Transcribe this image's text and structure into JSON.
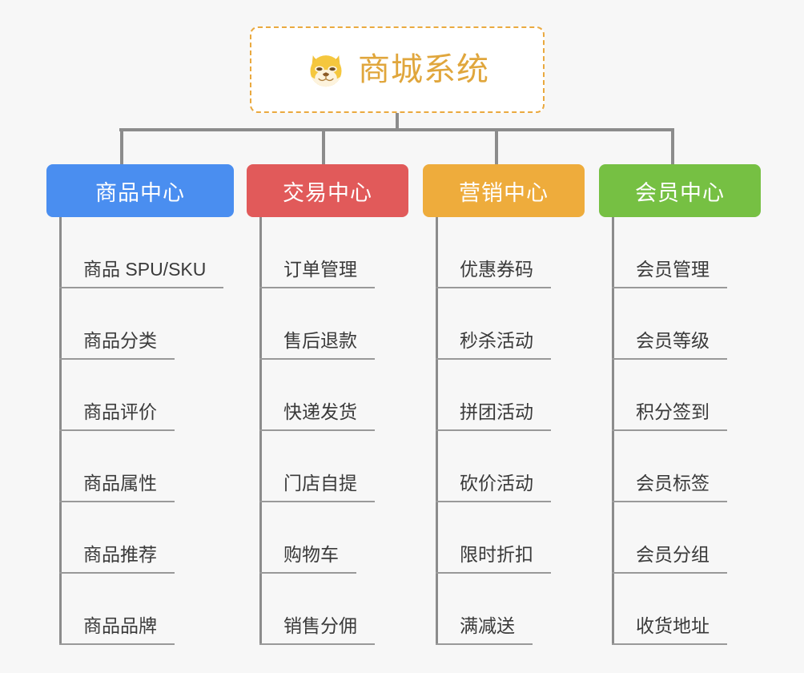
{
  "page": {
    "background": "#f7f7f7",
    "connector_color": "#8c8c8c",
    "leaf_text_color": "#3a3a3a",
    "leaf_rule_color": "#999999"
  },
  "root": {
    "title": "商城系统",
    "icon": "dog-face-icon",
    "title_color": "#e0a63c",
    "border_color": "#eaa93f",
    "background": "#ffffff"
  },
  "columns": [
    {
      "title": "商品中心",
      "color": "#4a8ef0",
      "items": [
        "商品 SPU/SKU",
        "商品分类",
        "商品评价",
        "商品属性",
        "商品推荐",
        "商品品牌"
      ]
    },
    {
      "title": "交易中心",
      "color": "#e15a5a",
      "items": [
        "订单管理",
        "售后退款",
        "快递发货",
        "门店自提",
        "购物车",
        "销售分佣"
      ]
    },
    {
      "title": "营销中心",
      "color": "#eeac3c",
      "items": [
        "优惠券码",
        "秒杀活动",
        "拼团活动",
        "砍价活动",
        "限时折扣",
        "满减送"
      ]
    },
    {
      "title": "会员中心",
      "color": "#76c043",
      "items": [
        "会员管理",
        "会员等级",
        "积分签到",
        "会员标签",
        "会员分组",
        "收货地址"
      ]
    }
  ]
}
